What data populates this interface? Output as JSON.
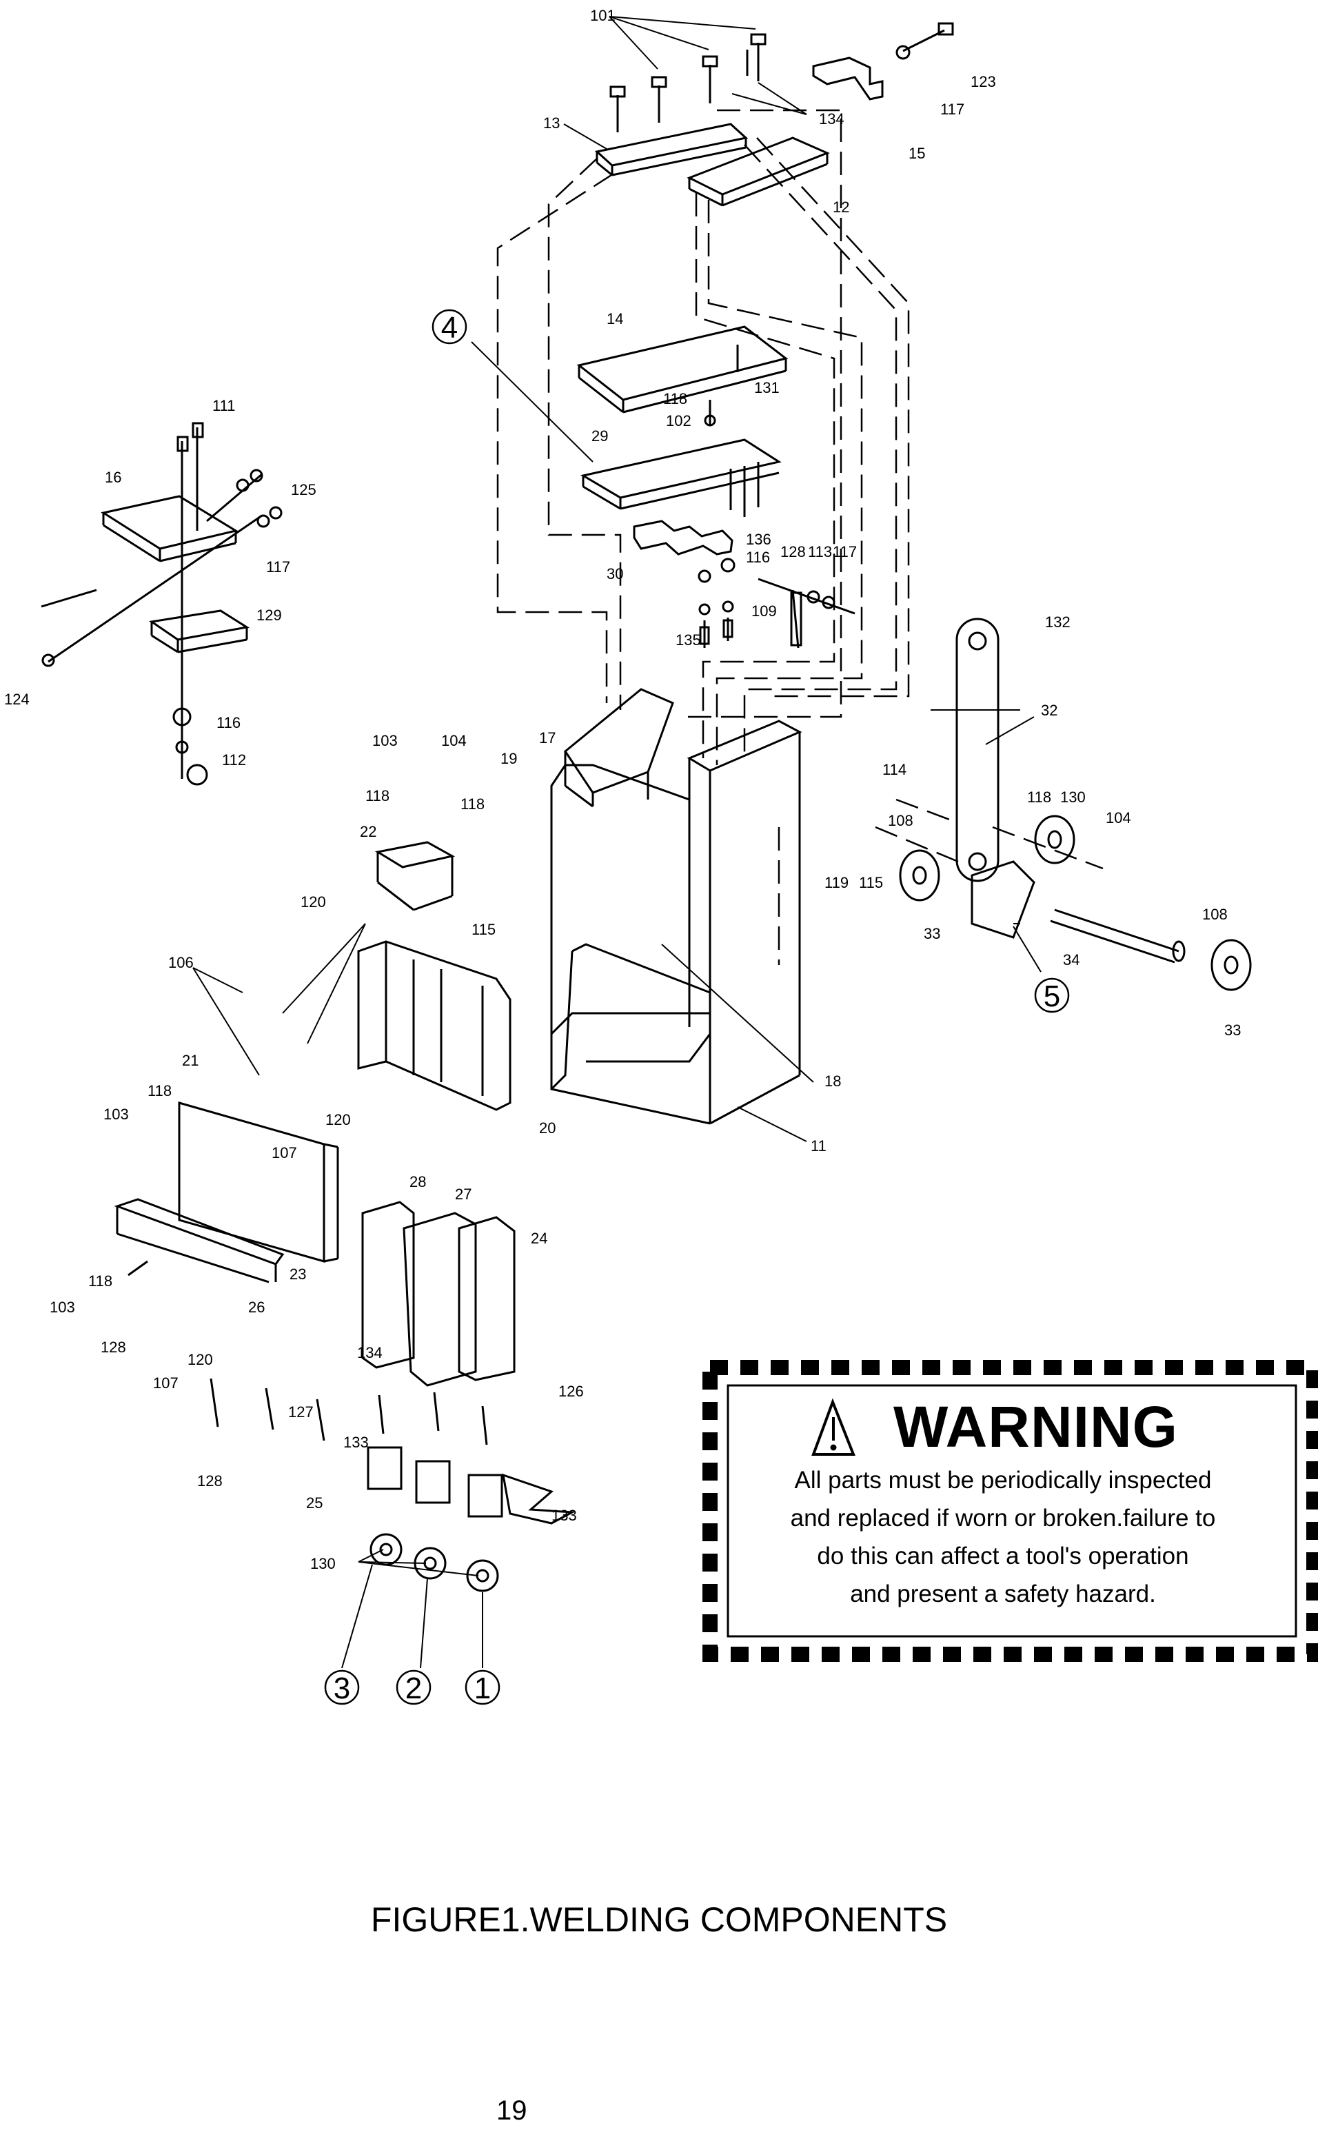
{
  "figure": {
    "caption": "FIGURE1.WELDING COMPONENTS",
    "page_number": "19"
  },
  "warning": {
    "title": "WARNING",
    "lines": [
      "All parts must be periodically inspected",
      "and replaced if worn or broken.failure to",
      "do this can affect a tool's operation",
      "and present a safety hazard."
    ]
  },
  "callouts": [
    "1",
    "2",
    "3",
    "4",
    "5"
  ],
  "part_labels": [
    "101",
    "13",
    "134",
    "123",
    "117",
    "15",
    "12",
    "14",
    "118",
    "102",
    "131",
    "29",
    "136",
    "116",
    "128",
    "113",
    "117",
    "30",
    "109",
    "135",
    "132",
    "111",
    "16",
    "125",
    "117",
    "129",
    "124",
    "116",
    "112",
    "103",
    "104",
    "118",
    "118",
    "22",
    "17",
    "19",
    "32",
    "114",
    "118",
    "130",
    "104",
    "108",
    "119",
    "115",
    "108",
    "33",
    "34",
    "33",
    "120",
    "115",
    "106",
    "21",
    "118",
    "103",
    "120",
    "107",
    "20",
    "18",
    "11",
    "28",
    "27",
    "24",
    "23",
    "103",
    "118",
    "128",
    "26",
    "120",
    "134",
    "107",
    "126",
    "127",
    "133",
    "128",
    "25",
    "133",
    "130"
  ]
}
